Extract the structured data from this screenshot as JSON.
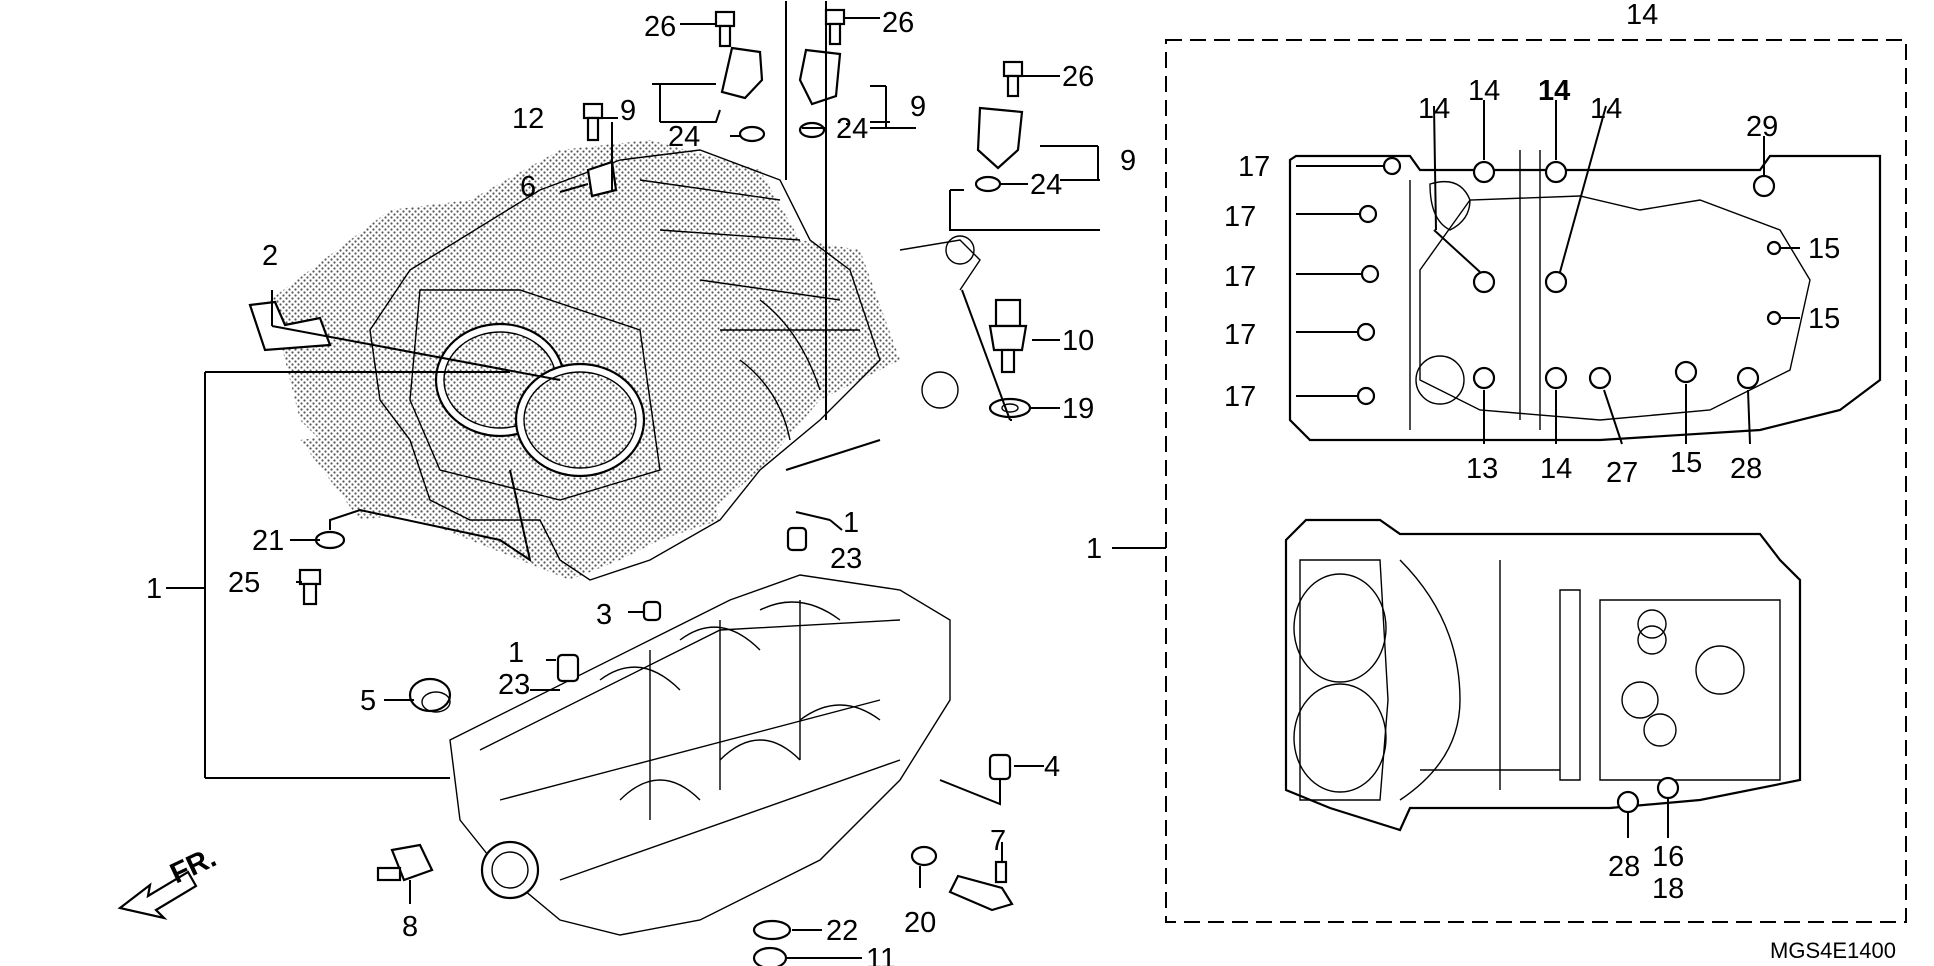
{
  "diagram_code": "MGS4E1400",
  "front_indicator": "FR.",
  "callouts": {
    "c1_a": "1",
    "c1_b": "1",
    "c1_c": "1",
    "c1_d": "1",
    "c2": "2",
    "c3": "3",
    "c4": "4",
    "c5": "5",
    "c6": "6",
    "c7": "7",
    "c8": "8",
    "c9_a": "9",
    "c9_b": "9",
    "c9_c": "9",
    "c10": "10",
    "c11": "11",
    "c12": "12",
    "c13": "13",
    "c14_a": "14",
    "c14_b": "14",
    "c14_c": "14",
    "c14_d": "14",
    "c14_e": "14",
    "c14_f": "14",
    "c15_a": "15",
    "c15_b": "15",
    "c15_c": "15",
    "c16": "16",
    "c17_a": "17",
    "c17_b": "17",
    "c17_c": "17",
    "c17_d": "17",
    "c17_e": "17",
    "c18": "18",
    "c19": "19",
    "c20": "20",
    "c21": "21",
    "c22": "22",
    "c23_a": "23",
    "c23_b": "23",
    "c24_a": "24",
    "c24_b": "24",
    "c24_c": "24",
    "c25": "25",
    "c26_a": "26",
    "c26_b": "26",
    "c26_c": "26",
    "c27": "27",
    "c28_a": "28",
    "c28_b": "28",
    "c29": "29"
  },
  "colors": {
    "ink": "#000000",
    "paper": "#ffffff",
    "stipple": "#555555"
  }
}
